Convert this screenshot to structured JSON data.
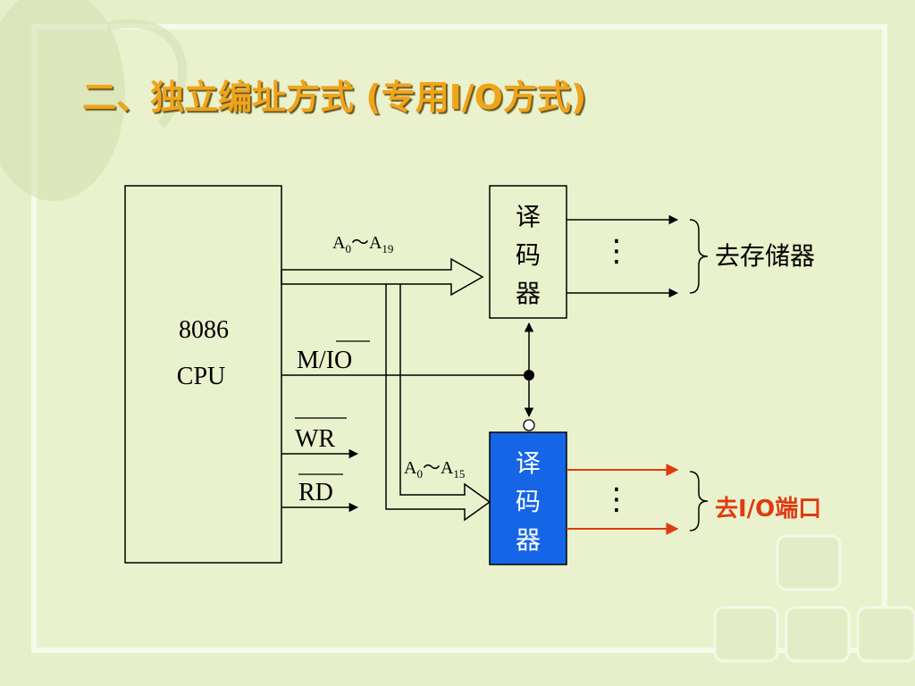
{
  "slide": {
    "title": "二、独立编址方式 (专用I/O方式)",
    "colors": {
      "title": "#f0a41a",
      "accent_box": "#1565e6",
      "port_arrows": "#e03a10",
      "background": "#e6efc9"
    }
  },
  "diagram": {
    "cpu": {
      "line1": "8086",
      "line2": "CPU"
    },
    "address_bus_mem": {
      "base": "A",
      "from_sub": "0",
      "sep": "～",
      "base2": "A",
      "to_sub": "19"
    },
    "address_bus_io": {
      "base": "A",
      "from_sub": "0",
      "sep": "～",
      "base2": "A",
      "to_sub": "15"
    },
    "control_signals": {
      "mio_prefix": "M/",
      "mio_overbar": "IO",
      "wr": "WR",
      "rd": "RD"
    },
    "decoder_memory": {
      "char1": "译",
      "char2": "码",
      "char3": "器"
    },
    "decoder_io": {
      "char1": "译",
      "char2": "码",
      "char3": "器"
    },
    "ellipsis": "⋮",
    "to_memory": "去存储器",
    "to_io_port": "去I/O端口"
  }
}
